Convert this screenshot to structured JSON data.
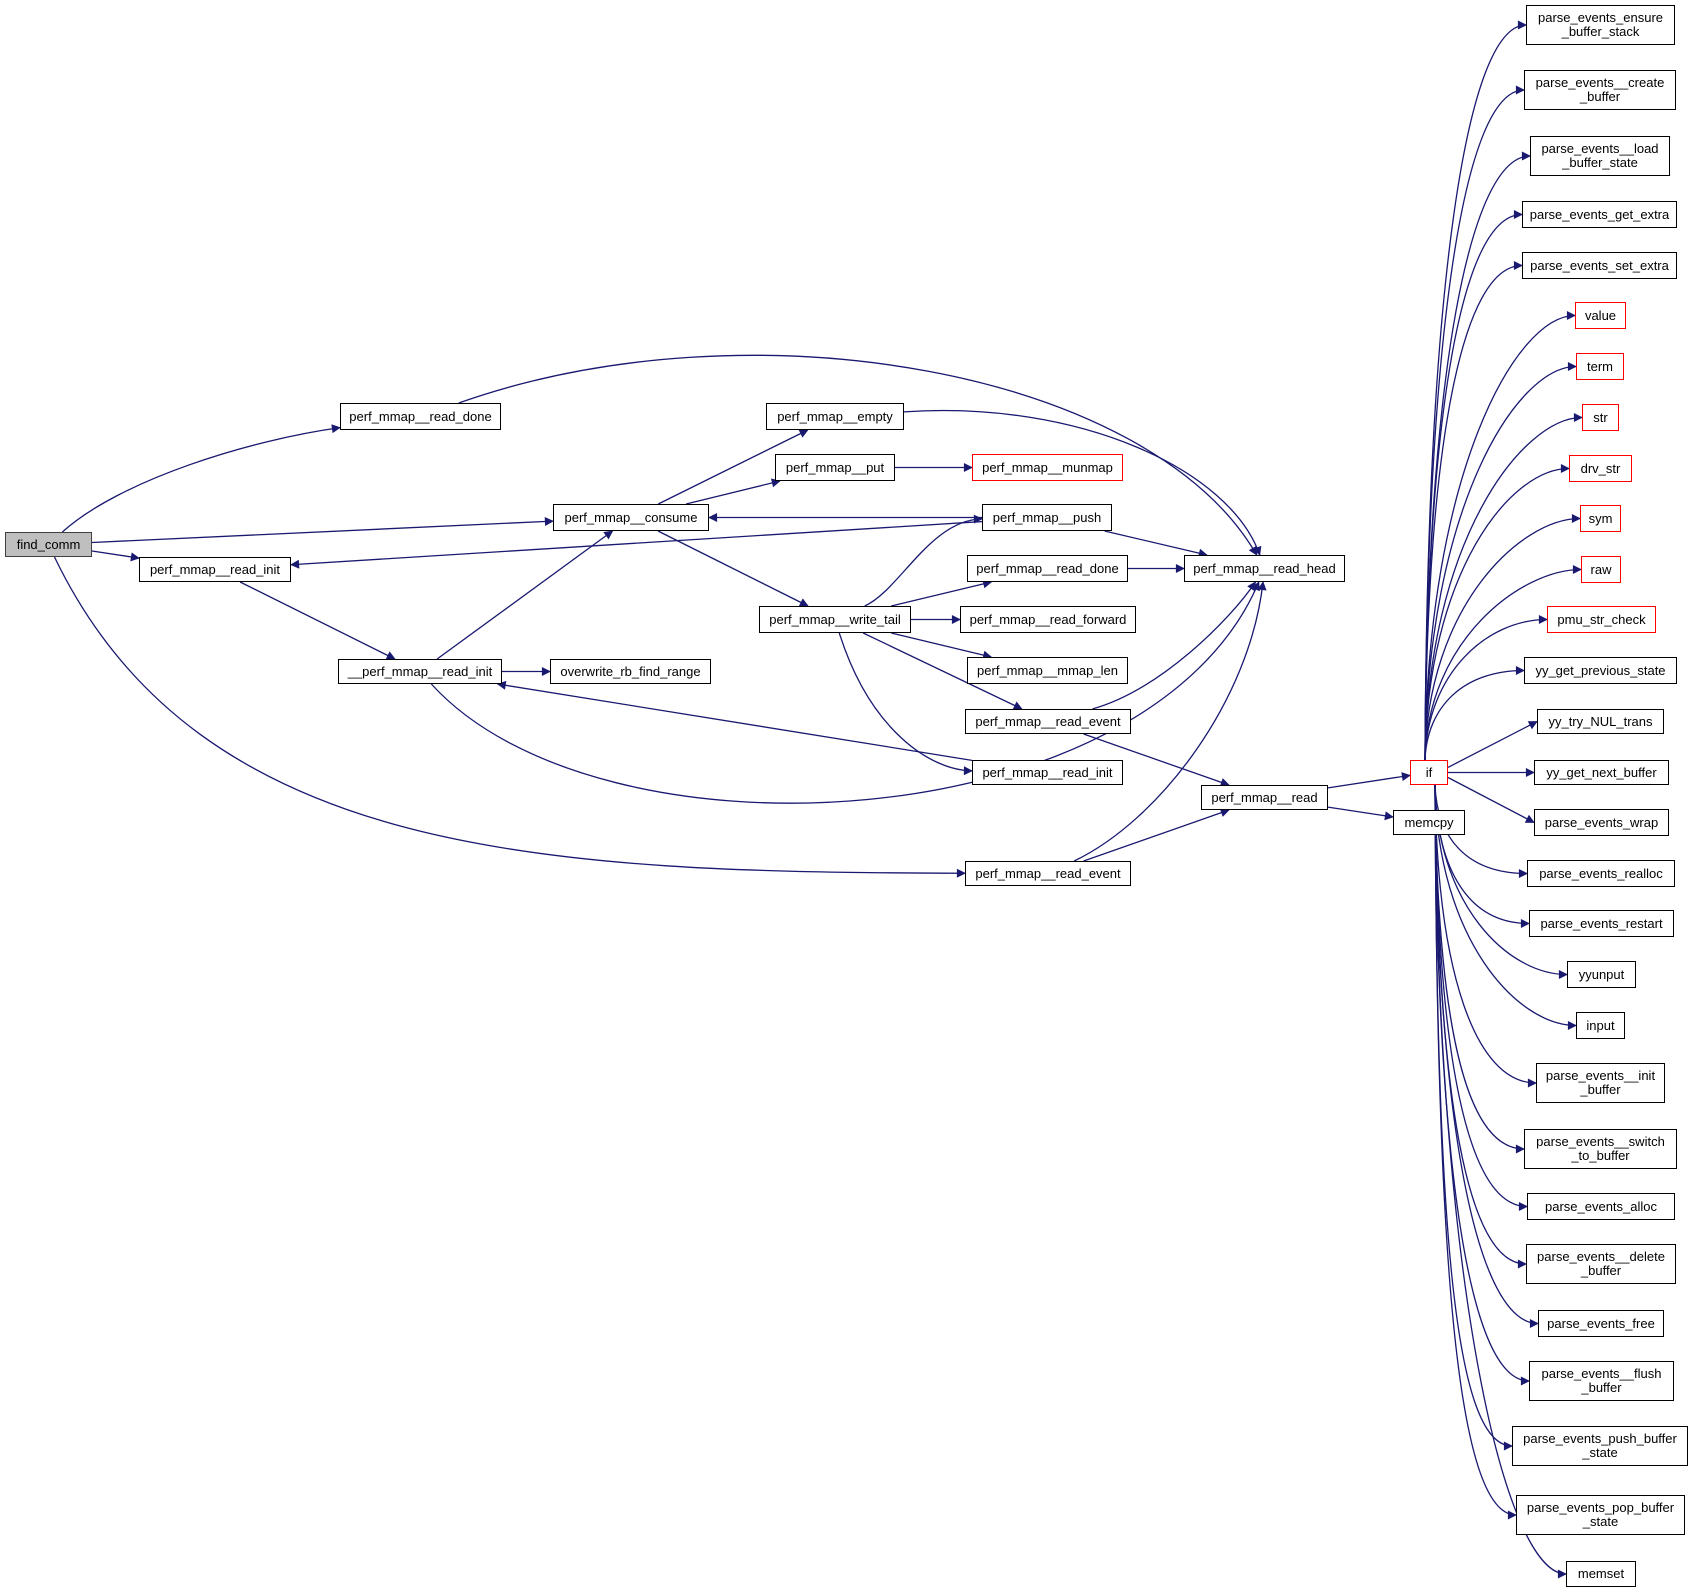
{
  "diagram": {
    "type": "call-graph",
    "root": "find_comm",
    "colors": {
      "edge": "#191970",
      "node_border": "#000000",
      "root_fill": "#bfbfbf",
      "external_border": "#ff0000",
      "background": "#ffffff"
    },
    "nodes": [
      {
        "id": "find_comm",
        "label": "find_comm",
        "kind": "root"
      },
      {
        "id": "read_done_a",
        "label": "perf_mmap__read_done",
        "kind": "normal"
      },
      {
        "id": "read_init_a",
        "label": "perf_mmap__read_init",
        "kind": "normal"
      },
      {
        "id": "__read_init",
        "label": "__perf_mmap__read_init",
        "kind": "normal"
      },
      {
        "id": "overwrite",
        "label": "overwrite_rb_find_range",
        "kind": "normal"
      },
      {
        "id": "consume",
        "label": "perf_mmap__consume",
        "kind": "normal"
      },
      {
        "id": "empty",
        "label": "perf_mmap__empty",
        "kind": "normal"
      },
      {
        "id": "put",
        "label": "perf_mmap__put",
        "kind": "normal"
      },
      {
        "id": "munmap",
        "label": "perf_mmap__munmap",
        "kind": "external"
      },
      {
        "id": "push",
        "label": "perf_mmap__push",
        "kind": "normal"
      },
      {
        "id": "read_done_b",
        "label": "perf_mmap__read_done",
        "kind": "normal"
      },
      {
        "id": "read_head",
        "label": "perf_mmap__read_head",
        "kind": "normal"
      },
      {
        "id": "write_tail",
        "label": "perf_mmap__write_tail",
        "kind": "normal"
      },
      {
        "id": "read_forward",
        "label": "perf_mmap__read_forward",
        "kind": "normal"
      },
      {
        "id": "mmap_len",
        "label": "perf_mmap__mmap_len",
        "kind": "normal"
      },
      {
        "id": "read_event_b",
        "label": "perf_mmap__read_event",
        "kind": "normal"
      },
      {
        "id": "read_init_b",
        "label": "perf_mmap__read_init",
        "kind": "normal"
      },
      {
        "id": "read_event_a",
        "label": "perf_mmap__read_event",
        "kind": "normal"
      },
      {
        "id": "read",
        "label": "perf_mmap__read",
        "kind": "normal"
      },
      {
        "id": "if",
        "label": "if",
        "kind": "external"
      },
      {
        "id": "memcpy",
        "label": "memcpy",
        "kind": "normal"
      },
      {
        "id": "ensure_stack",
        "label": "parse_events_ensure\n_buffer_stack",
        "kind": "normal"
      },
      {
        "id": "create_buffer",
        "label": "parse_events__create\n_buffer",
        "kind": "normal"
      },
      {
        "id": "load_state",
        "label": "parse_events__load\n_buffer_state",
        "kind": "normal"
      },
      {
        "id": "get_extra",
        "label": "parse_events_get_extra",
        "kind": "normal"
      },
      {
        "id": "set_extra",
        "label": "parse_events_set_extra",
        "kind": "normal"
      },
      {
        "id": "value",
        "label": "value",
        "kind": "external"
      },
      {
        "id": "term",
        "label": "term",
        "kind": "external"
      },
      {
        "id": "str",
        "label": "str",
        "kind": "external"
      },
      {
        "id": "drv_str",
        "label": "drv_str",
        "kind": "external"
      },
      {
        "id": "sym",
        "label": "sym",
        "kind": "external"
      },
      {
        "id": "raw",
        "label": "raw",
        "kind": "external"
      },
      {
        "id": "pmu_str_check",
        "label": "pmu_str_check",
        "kind": "external"
      },
      {
        "id": "prev_state",
        "label": "yy_get_previous_state",
        "kind": "normal"
      },
      {
        "id": "nul_trans",
        "label": "yy_try_NUL_trans",
        "kind": "normal"
      },
      {
        "id": "next_buffer",
        "label": "yy_get_next_buffer",
        "kind": "normal"
      },
      {
        "id": "wrap",
        "label": "parse_events_wrap",
        "kind": "normal"
      },
      {
        "id": "realloc",
        "label": "parse_events_realloc",
        "kind": "normal"
      },
      {
        "id": "restart",
        "label": "parse_events_restart",
        "kind": "normal"
      },
      {
        "id": "yyunput",
        "label": "yyunput",
        "kind": "normal"
      },
      {
        "id": "input",
        "label": "input",
        "kind": "normal"
      },
      {
        "id": "init_buffer",
        "label": "parse_events__init\n_buffer",
        "kind": "normal"
      },
      {
        "id": "switch_buffer",
        "label": "parse_events__switch\n_to_buffer",
        "kind": "normal"
      },
      {
        "id": "alloc",
        "label": "parse_events_alloc",
        "kind": "normal"
      },
      {
        "id": "delete_buffer",
        "label": "parse_events__delete\n_buffer",
        "kind": "normal"
      },
      {
        "id": "free",
        "label": "parse_events_free",
        "kind": "normal"
      },
      {
        "id": "flush_buffer",
        "label": "parse_events__flush\n_buffer",
        "kind": "normal"
      },
      {
        "id": "push_state",
        "label": "parse_events_push_buffer\n_state",
        "kind": "normal"
      },
      {
        "id": "pop_state",
        "label": "parse_events_pop_buffer\n_state",
        "kind": "normal"
      },
      {
        "id": "memset",
        "label": "memset",
        "kind": "normal"
      }
    ],
    "edges": [
      [
        "find_comm",
        "read_done_a"
      ],
      [
        "find_comm",
        "consume"
      ],
      [
        "find_comm",
        "read_init_a"
      ],
      [
        "find_comm",
        "read_event_a"
      ],
      [
        "read_done_a",
        "read_head"
      ],
      [
        "read_init_a",
        "__read_init"
      ],
      [
        "__read_init",
        "consume"
      ],
      [
        "__read_init",
        "overwrite"
      ],
      [
        "__read_init",
        "read_head"
      ],
      [
        "consume",
        "empty"
      ],
      [
        "consume",
        "put"
      ],
      [
        "consume",
        "write_tail"
      ],
      [
        "empty",
        "read_head"
      ],
      [
        "put",
        "munmap"
      ],
      [
        "push",
        "consume"
      ],
      [
        "push",
        "read_init_a"
      ],
      [
        "push",
        "read_head"
      ],
      [
        "read_done_b",
        "read_head"
      ],
      [
        "write_tail",
        "push"
      ],
      [
        "write_tail",
        "read_done_b"
      ],
      [
        "write_tail",
        "read_forward"
      ],
      [
        "write_tail",
        "mmap_len"
      ],
      [
        "write_tail",
        "read_event_b"
      ],
      [
        "write_tail",
        "read_init_b"
      ],
      [
        "read_event_b",
        "read_head"
      ],
      [
        "read_event_b",
        "read"
      ],
      [
        "read_init_b",
        "__read_init"
      ],
      [
        "read_event_a",
        "read"
      ],
      [
        "read_event_a",
        "read_head"
      ],
      [
        "read",
        "if"
      ],
      [
        "read",
        "memcpy"
      ],
      [
        "if",
        "ensure_stack"
      ],
      [
        "if",
        "create_buffer"
      ],
      [
        "if",
        "load_state"
      ],
      [
        "if",
        "get_extra"
      ],
      [
        "if",
        "set_extra"
      ],
      [
        "if",
        "value"
      ],
      [
        "if",
        "term"
      ],
      [
        "if",
        "str"
      ],
      [
        "if",
        "drv_str"
      ],
      [
        "if",
        "sym"
      ],
      [
        "if",
        "raw"
      ],
      [
        "if",
        "pmu_str_check"
      ],
      [
        "if",
        "prev_state"
      ],
      [
        "if",
        "nul_trans"
      ],
      [
        "if",
        "next_buffer"
      ],
      [
        "if",
        "wrap"
      ],
      [
        "if",
        "realloc"
      ],
      [
        "if",
        "restart"
      ],
      [
        "if",
        "yyunput"
      ],
      [
        "if",
        "input"
      ],
      [
        "if",
        "init_buffer"
      ],
      [
        "if",
        "switch_buffer"
      ],
      [
        "if",
        "alloc"
      ],
      [
        "if",
        "delete_buffer"
      ],
      [
        "if",
        "free"
      ],
      [
        "if",
        "flush_buffer"
      ],
      [
        "if",
        "push_state"
      ],
      [
        "if",
        "pop_state"
      ],
      [
        "if",
        "memset"
      ]
    ]
  }
}
